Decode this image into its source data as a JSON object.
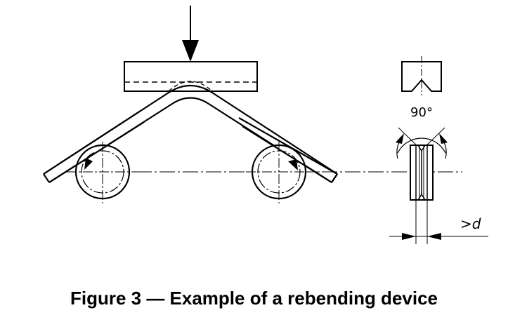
{
  "figure": {
    "caption": "Figure 3 — Example of a rebending device",
    "angle_label": "90°",
    "dimension_label": ">d",
    "components": [
      "load-arrow",
      "top-bending-block",
      "bent-bar",
      "left-roller",
      "right-roller",
      "v-groove-die-profile",
      "grooved-roller-side-view",
      "gap-dimension"
    ],
    "colors": {
      "line": "#000000",
      "background": "#ffffff"
    }
  }
}
